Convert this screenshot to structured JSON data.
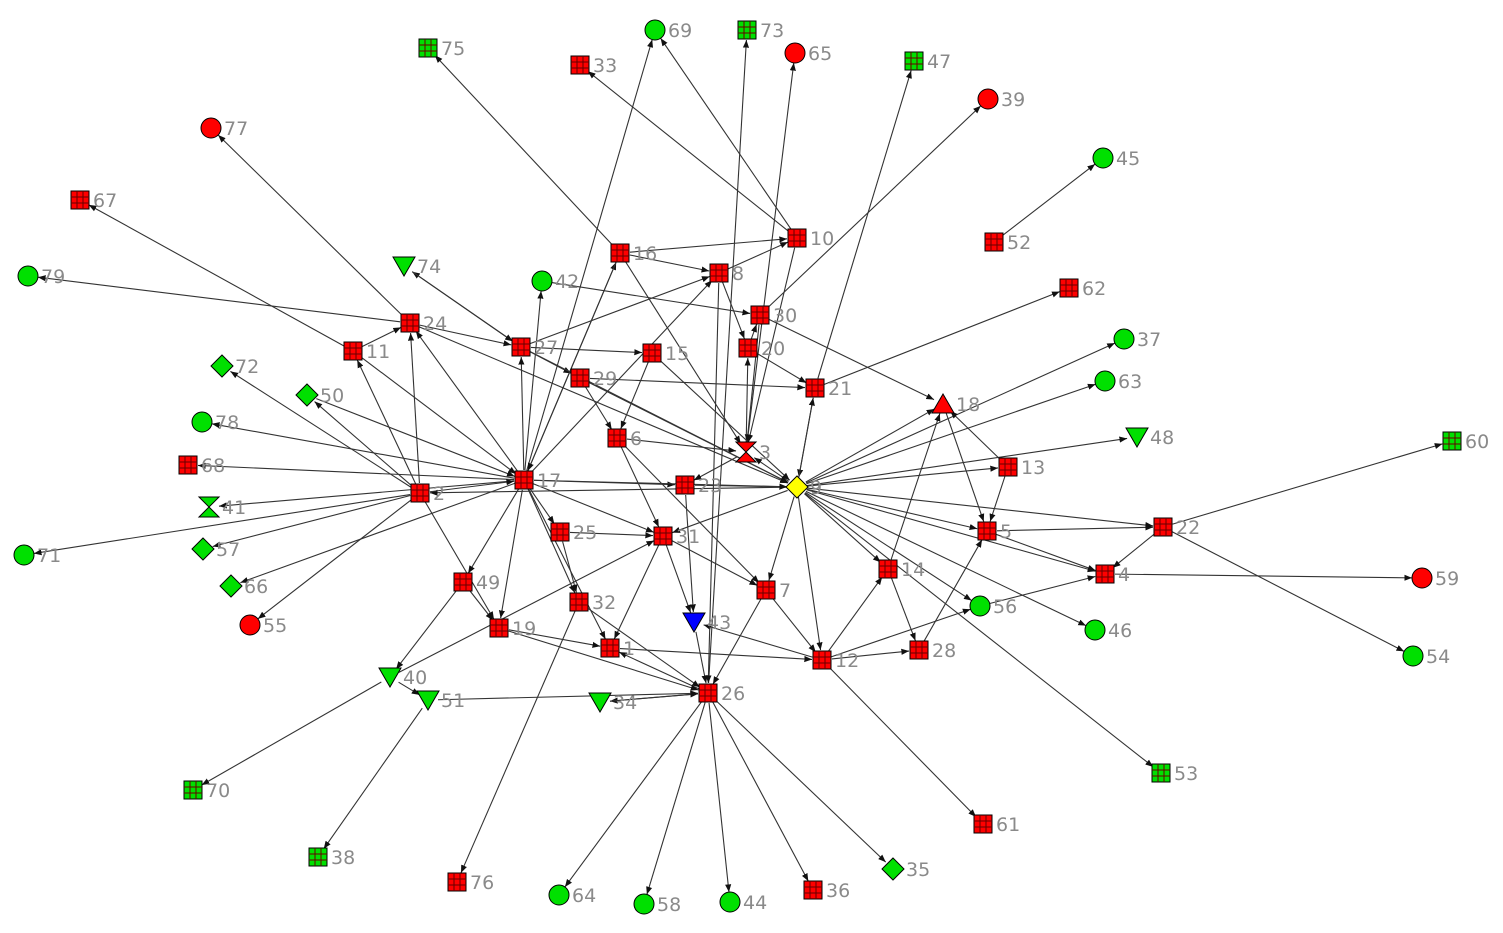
{
  "colors": {
    "red": "#ff0000",
    "green": "#00e000",
    "yellow": "#ffff00",
    "blue": "#0000ff",
    "edge": "#333333",
    "label": "#8a8a8a"
  },
  "nodes": [
    {
      "id": "1",
      "shape": "grid",
      "color": "red"
    },
    {
      "id": "2",
      "shape": "grid",
      "color": "red"
    },
    {
      "id": "3",
      "shape": "hourglass",
      "color": "red"
    },
    {
      "id": "4",
      "shape": "grid",
      "color": "red"
    },
    {
      "id": "5",
      "shape": "grid",
      "color": "red"
    },
    {
      "id": "6",
      "shape": "grid",
      "color": "red"
    },
    {
      "id": "7",
      "shape": "grid",
      "color": "red"
    },
    {
      "id": "8",
      "shape": "grid",
      "color": "red"
    },
    {
      "id": "9",
      "shape": "diamond",
      "color": "yellow"
    },
    {
      "id": "10",
      "shape": "grid",
      "color": "red"
    },
    {
      "id": "11",
      "shape": "grid",
      "color": "red"
    },
    {
      "id": "12",
      "shape": "grid",
      "color": "red"
    },
    {
      "id": "13",
      "shape": "grid",
      "color": "red"
    },
    {
      "id": "14",
      "shape": "grid",
      "color": "red"
    },
    {
      "id": "15",
      "shape": "grid",
      "color": "red"
    },
    {
      "id": "16",
      "shape": "grid",
      "color": "red"
    },
    {
      "id": "17",
      "shape": "grid",
      "color": "red"
    },
    {
      "id": "18",
      "shape": "triangle-up",
      "color": "red"
    },
    {
      "id": "19",
      "shape": "grid",
      "color": "red"
    },
    {
      "id": "20",
      "shape": "grid",
      "color": "red"
    },
    {
      "id": "21",
      "shape": "grid",
      "color": "red"
    },
    {
      "id": "22",
      "shape": "grid",
      "color": "red"
    },
    {
      "id": "23",
      "shape": "grid",
      "color": "red"
    },
    {
      "id": "24",
      "shape": "grid",
      "color": "red"
    },
    {
      "id": "25",
      "shape": "grid",
      "color": "red"
    },
    {
      "id": "26",
      "shape": "grid",
      "color": "red"
    },
    {
      "id": "27",
      "shape": "grid",
      "color": "red"
    },
    {
      "id": "28",
      "shape": "grid",
      "color": "red"
    },
    {
      "id": "29",
      "shape": "grid",
      "color": "red"
    },
    {
      "id": "30",
      "shape": "grid",
      "color": "red"
    },
    {
      "id": "31",
      "shape": "grid",
      "color": "red"
    },
    {
      "id": "32",
      "shape": "grid",
      "color": "red"
    },
    {
      "id": "33",
      "shape": "grid",
      "color": "red"
    },
    {
      "id": "34",
      "shape": "triangle-down",
      "color": "green"
    },
    {
      "id": "35",
      "shape": "diamond",
      "color": "green"
    },
    {
      "id": "36",
      "shape": "grid",
      "color": "red"
    },
    {
      "id": "37",
      "shape": "circle",
      "color": "green"
    },
    {
      "id": "38",
      "shape": "grid",
      "color": "green"
    },
    {
      "id": "39",
      "shape": "circle",
      "color": "red"
    },
    {
      "id": "40",
      "shape": "triangle-down",
      "color": "green"
    },
    {
      "id": "41",
      "shape": "hourglass",
      "color": "green"
    },
    {
      "id": "42",
      "shape": "circle",
      "color": "green"
    },
    {
      "id": "43",
      "shape": "triangle-down",
      "color": "blue"
    },
    {
      "id": "44",
      "shape": "circle",
      "color": "green"
    },
    {
      "id": "45",
      "shape": "circle",
      "color": "green"
    },
    {
      "id": "46",
      "shape": "circle",
      "color": "green"
    },
    {
      "id": "47",
      "shape": "grid",
      "color": "green"
    },
    {
      "id": "48",
      "shape": "triangle-down",
      "color": "green"
    },
    {
      "id": "49",
      "shape": "grid",
      "color": "red"
    },
    {
      "id": "50",
      "shape": "diamond",
      "color": "green"
    },
    {
      "id": "51",
      "shape": "triangle-down",
      "color": "green"
    },
    {
      "id": "52",
      "shape": "grid",
      "color": "red"
    },
    {
      "id": "53",
      "shape": "grid",
      "color": "green"
    },
    {
      "id": "54",
      "shape": "circle",
      "color": "green"
    },
    {
      "id": "55",
      "shape": "circle",
      "color": "red"
    },
    {
      "id": "56",
      "shape": "circle",
      "color": "green"
    },
    {
      "id": "57",
      "shape": "diamond",
      "color": "green"
    },
    {
      "id": "58",
      "shape": "circle",
      "color": "green"
    },
    {
      "id": "59",
      "shape": "circle",
      "color": "red"
    },
    {
      "id": "60",
      "shape": "grid",
      "color": "green"
    },
    {
      "id": "61",
      "shape": "grid",
      "color": "red"
    },
    {
      "id": "62",
      "shape": "grid",
      "color": "red"
    },
    {
      "id": "63",
      "shape": "circle",
      "color": "green"
    },
    {
      "id": "64",
      "shape": "circle",
      "color": "green"
    },
    {
      "id": "65",
      "shape": "circle",
      "color": "red"
    },
    {
      "id": "66",
      "shape": "diamond",
      "color": "green"
    },
    {
      "id": "67",
      "shape": "grid",
      "color": "red"
    },
    {
      "id": "68",
      "shape": "grid",
      "color": "red"
    },
    {
      "id": "69",
      "shape": "circle",
      "color": "green"
    },
    {
      "id": "70",
      "shape": "grid",
      "color": "green"
    },
    {
      "id": "71",
      "shape": "circle",
      "color": "green"
    },
    {
      "id": "72",
      "shape": "diamond",
      "color": "green"
    },
    {
      "id": "73",
      "shape": "grid",
      "color": "green"
    },
    {
      "id": "74",
      "shape": "triangle-down",
      "color": "green"
    },
    {
      "id": "75",
      "shape": "grid",
      "color": "green"
    },
    {
      "id": "76",
      "shape": "grid",
      "color": "red"
    },
    {
      "id": "77",
      "shape": "circle",
      "color": "red"
    },
    {
      "id": "78",
      "shape": "circle",
      "color": "green"
    },
    {
      "id": "79",
      "shape": "circle",
      "color": "green"
    }
  ],
  "edges": [
    [
      "16",
      "75"
    ],
    [
      "10",
      "33"
    ],
    [
      "17",
      "69"
    ],
    [
      "10",
      "69"
    ],
    [
      "26",
      "73"
    ],
    [
      "3",
      "65"
    ],
    [
      "21",
      "47"
    ],
    [
      "30",
      "39"
    ],
    [
      "24",
      "77"
    ],
    [
      "52",
      "45"
    ],
    [
      "11",
      "67"
    ],
    [
      "16",
      "10"
    ],
    [
      "8",
      "10"
    ],
    [
      "16",
      "8"
    ],
    [
      "24",
      "79"
    ],
    [
      "27",
      "74"
    ],
    [
      "17",
      "42"
    ],
    [
      "21",
      "62"
    ],
    [
      "9",
      "37"
    ],
    [
      "9",
      "63"
    ],
    [
      "30",
      "18"
    ],
    [
      "17",
      "24"
    ],
    [
      "2",
      "11"
    ],
    [
      "17",
      "27"
    ],
    [
      "27",
      "15"
    ],
    [
      "8",
      "20"
    ],
    [
      "2",
      "72"
    ],
    [
      "29",
      "21"
    ],
    [
      "2",
      "50"
    ],
    [
      "17",
      "78"
    ],
    [
      "9",
      "48"
    ],
    [
      "22",
      "60"
    ],
    [
      "17",
      "68"
    ],
    [
      "9",
      "13"
    ],
    [
      "17",
      "23"
    ],
    [
      "23",
      "9"
    ],
    [
      "17",
      "41"
    ],
    [
      "9",
      "5"
    ],
    [
      "9",
      "22"
    ],
    [
      "17",
      "25"
    ],
    [
      "25",
      "31"
    ],
    [
      "2",
      "57"
    ],
    [
      "2",
      "71"
    ],
    [
      "9",
      "14"
    ],
    [
      "5",
      "4"
    ],
    [
      "4",
      "59"
    ],
    [
      "17",
      "49"
    ],
    [
      "17",
      "66"
    ],
    [
      "31",
      "7"
    ],
    [
      "17",
      "32"
    ],
    [
      "9",
      "56"
    ],
    [
      "12",
      "43"
    ],
    [
      "2",
      "55"
    ],
    [
      "19",
      "1"
    ],
    [
      "9",
      "46"
    ],
    [
      "12",
      "28"
    ],
    [
      "31",
      "1"
    ],
    [
      "1",
      "12"
    ],
    [
      "22",
      "54"
    ],
    [
      "49",
      "40"
    ],
    [
      "26",
      "1"
    ],
    [
      "40",
      "51"
    ],
    [
      "26",
      "34"
    ],
    [
      "9",
      "53"
    ],
    [
      "40",
      "70"
    ],
    [
      "12",
      "61"
    ],
    [
      "51",
      "38"
    ],
    [
      "26",
      "35"
    ],
    [
      "32",
      "76"
    ],
    [
      "26",
      "36"
    ],
    [
      "26",
      "64"
    ],
    [
      "26",
      "58"
    ],
    [
      "26",
      "44"
    ],
    [
      "9",
      "3"
    ],
    [
      "3",
      "20"
    ],
    [
      "20",
      "30"
    ],
    [
      "15",
      "6"
    ],
    [
      "6",
      "3"
    ],
    [
      "9",
      "18"
    ],
    [
      "14",
      "18"
    ],
    [
      "13",
      "5"
    ],
    [
      "12",
      "14"
    ],
    [
      "56",
      "4"
    ],
    [
      "28",
      "5"
    ],
    [
      "9",
      "7"
    ],
    [
      "7",
      "26"
    ],
    [
      "43",
      "26"
    ],
    [
      "19",
      "26"
    ],
    [
      "34",
      "26"
    ],
    [
      "17",
      "19"
    ],
    [
      "2",
      "24"
    ],
    [
      "24",
      "27"
    ],
    [
      "27",
      "29"
    ],
    [
      "29",
      "6"
    ],
    [
      "6",
      "31"
    ],
    [
      "17",
      "16"
    ],
    [
      "16",
      "17"
    ],
    [
      "8",
      "26"
    ],
    [
      "30",
      "3"
    ],
    [
      "21",
      "9"
    ],
    [
      "9",
      "21"
    ],
    [
      "9",
      "12"
    ],
    [
      "12",
      "56"
    ],
    [
      "22",
      "4"
    ],
    [
      "5",
      "22"
    ],
    [
      "13",
      "18"
    ],
    [
      "18",
      "5"
    ],
    [
      "9",
      "2"
    ],
    [
      "17",
      "9"
    ],
    [
      "17",
      "31"
    ],
    [
      "17",
      "1"
    ],
    [
      "29",
      "9"
    ],
    [
      "15",
      "9"
    ],
    [
      "27",
      "9"
    ],
    [
      "11",
      "17"
    ],
    [
      "50",
      "17"
    ],
    [
      "24",
      "9"
    ],
    [
      "2",
      "17"
    ],
    [
      "42",
      "30"
    ],
    [
      "27",
      "8"
    ],
    [
      "23",
      "43"
    ],
    [
      "31",
      "43"
    ],
    [
      "25",
      "32"
    ],
    [
      "32",
      "26"
    ],
    [
      "7",
      "12"
    ],
    [
      "14",
      "28"
    ],
    [
      "9",
      "31"
    ],
    [
      "20",
      "21"
    ],
    [
      "10",
      "3"
    ],
    [
      "16",
      "3"
    ],
    [
      "49",
      "19"
    ],
    [
      "51",
      "26"
    ],
    [
      "40",
      "31"
    ],
    [
      "2",
      "19"
    ],
    [
      "17",
      "8"
    ],
    [
      "6",
      "7"
    ],
    [
      "74",
      "27"
    ],
    [
      "11",
      "24"
    ],
    [
      "9",
      "4"
    ],
    [
      "3",
      "23"
    ]
  ]
}
